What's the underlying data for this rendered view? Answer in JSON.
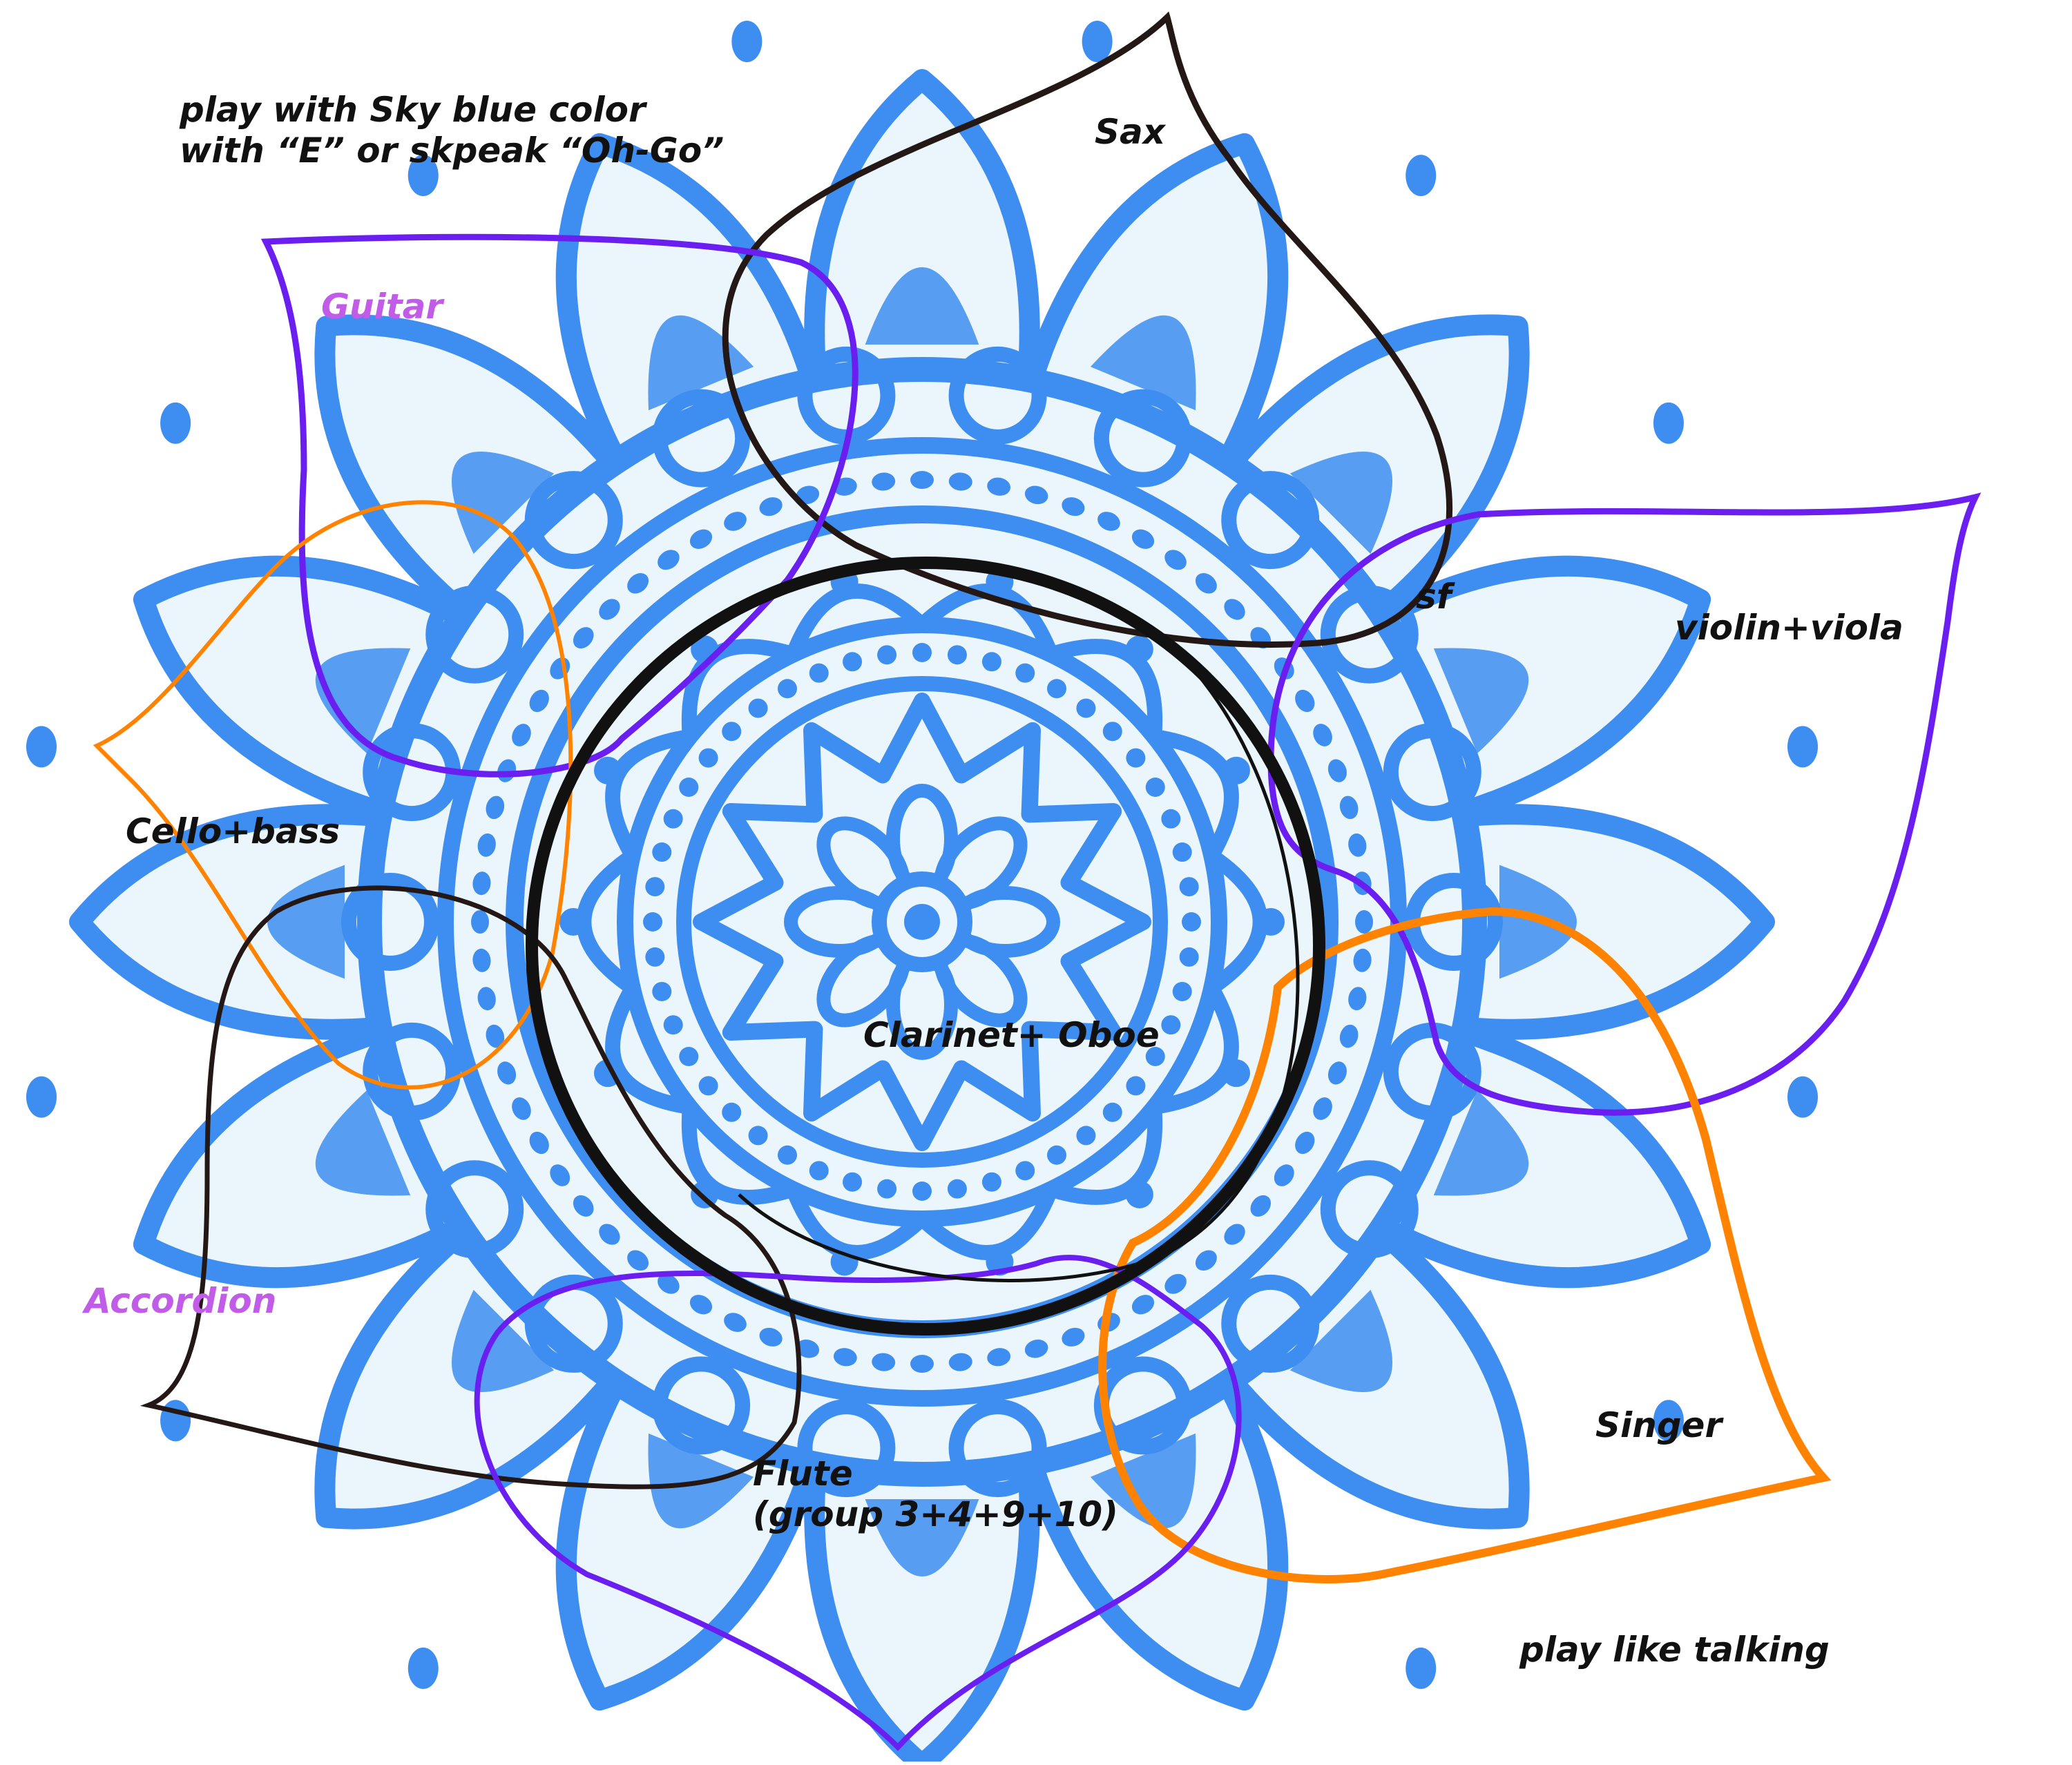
{
  "notes": {
    "top_line1": "play with Sky blue color",
    "top_line2": "with “E” or skpeak “Oh-Go”",
    "bottom": "play like talking"
  },
  "labels": {
    "sax": "Sax",
    "sf": "sf",
    "guitar": "Guitar",
    "violin_viola": "violin+viola",
    "cello_bass": "Cello+bass",
    "clarinet_oboe": "Clarinet+ Oboe",
    "accordion": "Accordion",
    "singer": "Singer",
    "flute_line1": "Flute",
    "flute_line2": "(group 3+4+9+10)"
  },
  "colors": {
    "mandala_blue": "#3d8ef0",
    "mandala_light": "#eaf6fb",
    "outline_black": "#231815",
    "outline_purple": "#6a1ff0",
    "outline_orange": "#ff8200",
    "label_dark": "#111111",
    "label_magenta": "#c05ce8"
  }
}
